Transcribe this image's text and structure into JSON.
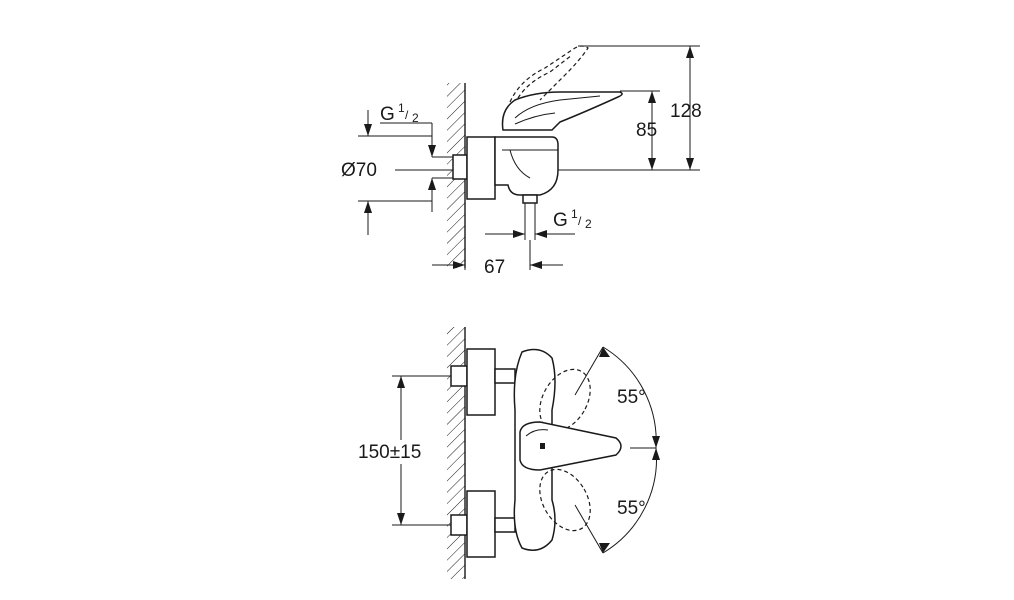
{
  "drawing": {
    "side_view": {
      "thread_top": {
        "letter": "G",
        "numerator": "1",
        "denominator": "2"
      },
      "diameter_label": "Ø70",
      "thread_bottom": {
        "letter": "G",
        "numerator": "1",
        "denominator": "2"
      },
      "depth_label": "67",
      "height_85_label": "85",
      "height_128_label": "128"
    },
    "front_view": {
      "centers_label": "150±15",
      "angle_upper_label": "55°",
      "angle_lower_label": "55°"
    }
  }
}
